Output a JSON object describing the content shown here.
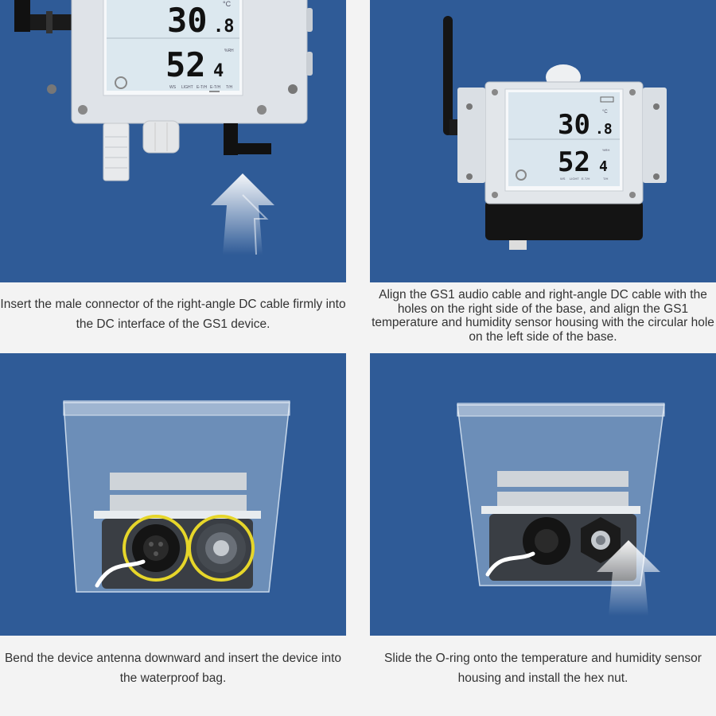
{
  "steps": [
    {
      "caption": "Insert the male connector of the right-angle DC cable firmly into the DC interface of the GS1 device.",
      "display": {
        "temperature": "30",
        "temperature_decimal": ".8",
        "humidity": "52",
        "humidity_decimal": "4",
        "temp_unit": "°C",
        "hum_unit": "%RH",
        "modes": [
          "WS",
          "LIGHT",
          "E-T/H",
          "E-T/H",
          "T/H"
        ]
      }
    },
    {
      "caption": "Align the GS1 audio cable and right-angle DC cable with the holes on the right side of the base, and align the GS1 temperature and humidity sensor housing with the circular hole on the left side of the base.",
      "display": {
        "temperature": "30",
        "temperature_decimal": ".8",
        "humidity": "52",
        "humidity_decimal": "4",
        "temp_unit": "°C",
        "hum_unit": "%RH",
        "modes": [
          "WS",
          "LIGHT",
          "E-T/H",
          "T/H"
        ]
      }
    },
    {
      "caption": "Bend the device antenna downward and insert the device into the waterproof bag."
    },
    {
      "caption": "Slide the O-ring onto the temperature and humidity sensor housing and install the hex nut."
    }
  ],
  "colors": {
    "panel": "#2f5b97",
    "background": "#f3f3f3",
    "highlight_ring": "#e6d62a"
  }
}
